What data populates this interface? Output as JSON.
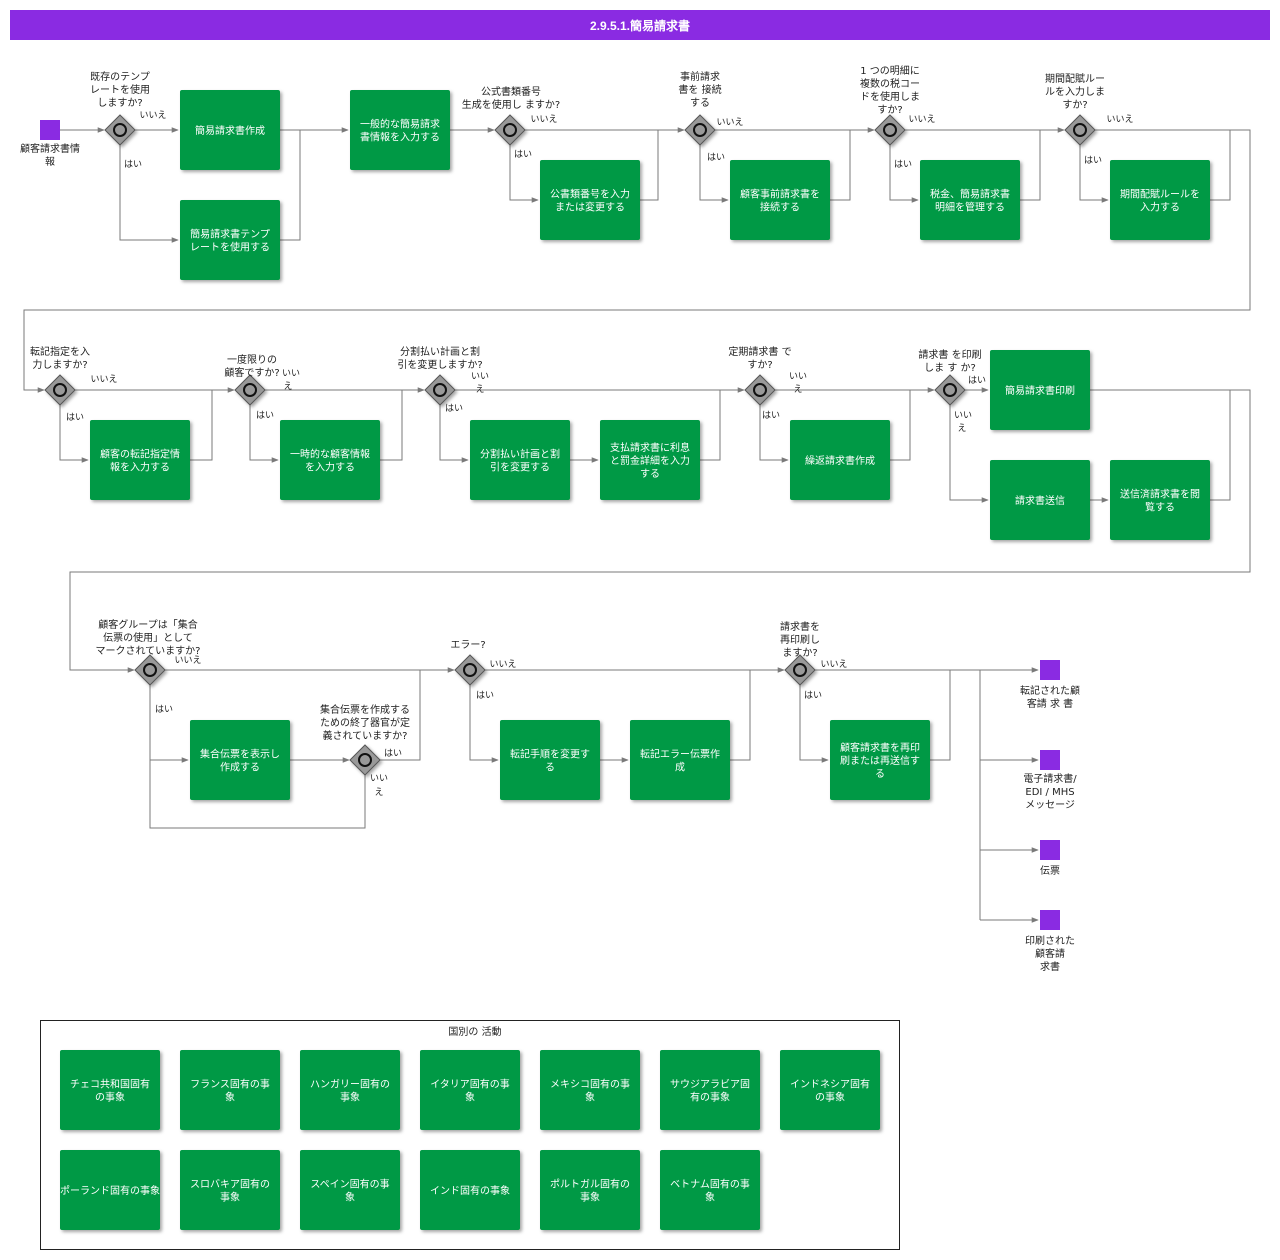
{
  "title": "2.9.5.1.簡易請求書",
  "colors": {
    "activity": "#009944",
    "event": "#8a2be2",
    "gateway": "#999999",
    "header": "#8a2be2"
  },
  "labels": {
    "yes": "はい",
    "no": "いいえ"
  },
  "events": {
    "start": [
      "顧客請求書情",
      "報"
    ],
    "end1": [
      "転記された顧",
      "客請 求 書"
    ],
    "end2": [
      "電子請求書/",
      "EDI / MHS",
      "メッセージ"
    ],
    "end3": [
      "伝票"
    ],
    "end4": [
      "印刷された",
      "顧客請",
      "求書"
    ]
  },
  "gateways": {
    "g1": [
      "既存のテンプ",
      "レートを使用",
      "しますか?"
    ],
    "g2": [
      "公式書類番号",
      "生成を使用し ますか?"
    ],
    "g3": [
      "事前請求",
      "書を 接続",
      "する"
    ],
    "g4": [
      "1 つの明細に",
      "複数の税コー",
      "ドを使用しま",
      "すか?"
    ],
    "g5": [
      "期間配賦ルー",
      "ルを入力しま",
      "すか?"
    ],
    "g6": [
      "転記指定を入",
      "力しますか?"
    ],
    "g7": [
      "一度限りの",
      "顧客ですか?"
    ],
    "g8": [
      "分割払い計画と割",
      "引を変更しますか?"
    ],
    "g9": [
      "定期請求書 で",
      "すか?"
    ],
    "g10": [
      "請求書 を印刷",
      "しま す か?"
    ],
    "g11": [
      "顧客グループは「集合",
      "伝票の使用」として",
      "マークされていますか?"
    ],
    "g12": [
      "集合伝票を作成する",
      "ための終了器官が定",
      "義されていますか?"
    ],
    "g13": [
      "エラー?"
    ],
    "g14": [
      "請求書を",
      "再印刷し",
      "ますか?"
    ]
  },
  "activities": {
    "a1": [
      "簡易請求書作成"
    ],
    "a2": [
      "簡易請求書テンプ",
      "レートを使用する"
    ],
    "a3": [
      "一般的な簡易請求",
      "書情報を入力する"
    ],
    "a4": [
      "公書類番号を入力",
      "または変更する"
    ],
    "a5": [
      "顧客事前請求書を",
      "接続する"
    ],
    "a6": [
      "税金、簡易請求書",
      "明細を管理する"
    ],
    "a7": [
      "期間配賦ルールを",
      "入力する"
    ],
    "a8": [
      "顧客の転記指定情",
      "報を入力する"
    ],
    "a9": [
      "一時的な顧客情報",
      "を入力する"
    ],
    "a10": [
      "分割払い計画と割",
      "引を変更する"
    ],
    "a11": [
      "支払請求書に利息",
      "と罰金詳細を入力",
      "する"
    ],
    "a12": [
      "繰返請求書作成"
    ],
    "a13": [
      "簡易請求書印刷"
    ],
    "a14": [
      "請求書送信"
    ],
    "a15": [
      "送信済請求書を閲",
      "覧する"
    ],
    "a16": [
      "集合伝票を表示し",
      "作成する"
    ],
    "a17": [
      "転記手順を変更す",
      "る"
    ],
    "a18": [
      "転記エラー伝票作",
      "成"
    ],
    "a19": [
      "顧客請求書を再印",
      "刷または再送信す",
      "る"
    ]
  },
  "legend": {
    "title": "国別の 活動",
    "items": [
      [
        "チェコ共和国固有",
        "の事象"
      ],
      [
        "フランス固有の事",
        "象"
      ],
      [
        "ハンガリー固有の",
        "事象"
      ],
      [
        "イタリア固有の事",
        "象"
      ],
      [
        "メキシコ固有の事",
        "象"
      ],
      [
        "サウジアラビア固",
        "有の事象"
      ],
      [
        "インドネシア固有",
        "の事象"
      ],
      [
        "ポーランド固有の事象"
      ],
      [
        "スロバキア固有の",
        "事象"
      ],
      [
        "スペイン固有の事",
        "象"
      ],
      [
        "インド固有の事象"
      ],
      [
        "ポルトガル固有の",
        "事象"
      ],
      [
        "ベトナム固有の事",
        "象"
      ]
    ]
  }
}
